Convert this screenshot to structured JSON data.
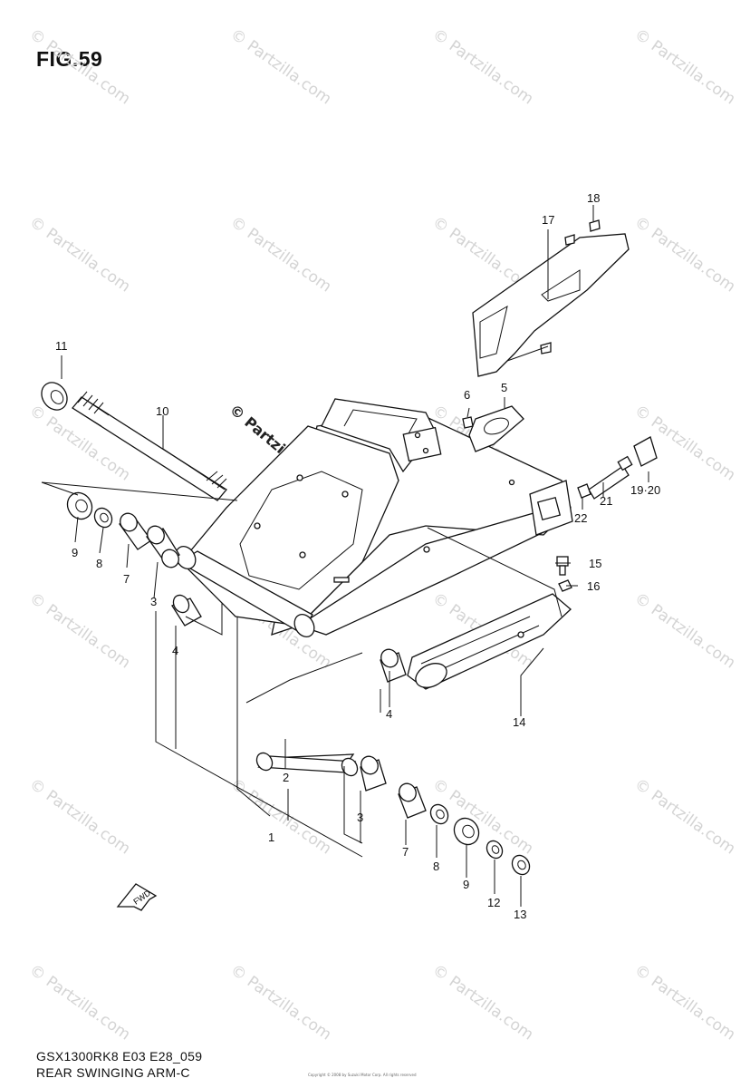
{
  "figure": {
    "title": "FIG.59",
    "model_code": "GSX1300RK8 E03 E28_059",
    "section_name": "REAR SWINGING ARM-C",
    "copyright_text": "Copyright © 2008 by Suzuki Motor Corp. All rights reserved"
  },
  "watermark": {
    "text": "© Partzilla.com",
    "color": "#d4d4d4"
  },
  "fwd_arrow_label": "FWD",
  "callouts": [
    {
      "id": "1",
      "label": "1"
    },
    {
      "id": "2",
      "label": "2"
    },
    {
      "id": "3a",
      "label": "3"
    },
    {
      "id": "3b",
      "label": "3"
    },
    {
      "id": "4a",
      "label": "4"
    },
    {
      "id": "4b",
      "label": "4"
    },
    {
      "id": "5",
      "label": "5"
    },
    {
      "id": "6",
      "label": "6"
    },
    {
      "id": "7a",
      "label": "7"
    },
    {
      "id": "7b",
      "label": "7"
    },
    {
      "id": "8a",
      "label": "8"
    },
    {
      "id": "8b",
      "label": "8"
    },
    {
      "id": "9a",
      "label": "9"
    },
    {
      "id": "9b",
      "label": "9"
    },
    {
      "id": "10",
      "label": "10"
    },
    {
      "id": "11",
      "label": "11"
    },
    {
      "id": "12",
      "label": "12"
    },
    {
      "id": "13",
      "label": "13"
    },
    {
      "id": "14",
      "label": "14"
    },
    {
      "id": "15",
      "label": "15"
    },
    {
      "id": "16",
      "label": "16"
    },
    {
      "id": "17",
      "label": "17"
    },
    {
      "id": "18",
      "label": "18"
    },
    {
      "id": "19-20",
      "label": "19·20"
    },
    {
      "id": "21",
      "label": "21"
    },
    {
      "id": "22",
      "label": "22"
    }
  ]
}
